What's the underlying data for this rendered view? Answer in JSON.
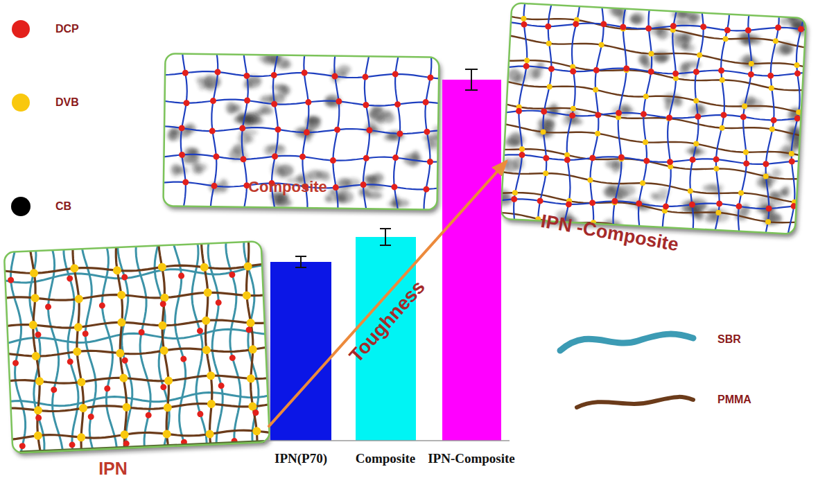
{
  "diagram": {
    "nodes": [
      {
        "text": [
          "Composite"
        ]
      },
      {
        "text": [
          "IPN -Composite"
        ]
      },
      {
        "text": [
          "IPN"
        ]
      },
      {
        "text": [
          "IPN(P70)"
        ]
      },
      {
        "text": [
          "Composite"
        ]
      },
      {
        "text": [
          "IPN-Composite"
        ]
      }
    ],
    "edges": [
      {
        "from": 2,
        "to": 1,
        "arrow": "to",
        "label": "Toughness"
      }
    ],
    "legend": [
      {
        "text": "DCP",
        "color": "#e3201b"
      },
      {
        "text": "DVB",
        "color": "#f9c80e"
      },
      {
        "text": "CB",
        "color": "#000000"
      },
      {
        "text": "SBR"
      },
      {
        "text": "PMMA"
      }
    ]
  }
}
